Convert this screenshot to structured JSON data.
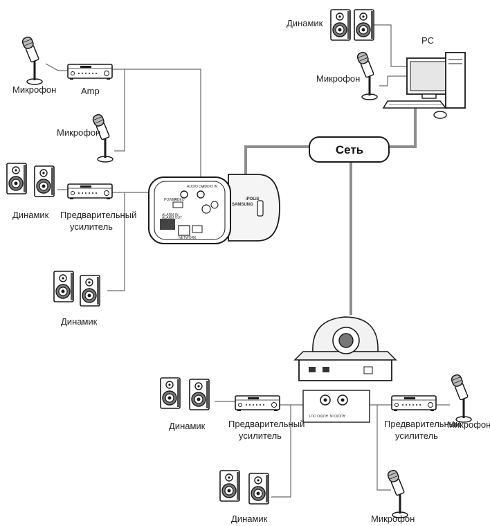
{
  "network": {
    "label": "Сеть"
  },
  "pc": {
    "label": "PC"
  },
  "camera_box": {
    "brand": "SAMSUNG",
    "series": "iPOLIS",
    "ports": [
      "AUDIO IN",
      "AUDIO OUT",
      "VIDEO",
      "POWER",
      "NETWORK",
      "ALARM IN",
      "ALARM OUT"
    ]
  },
  "dome": {
    "ports": [
      "AUDIO OUT",
      "AUDIO IN"
    ]
  },
  "labels": {
    "pc_speaker": "Динамик",
    "pc_mic": "Микрофон",
    "mic_top_left": "Микрофон",
    "amp": "Amp",
    "mic_mid_left": "Микрофон",
    "speaker_left": "Динамик",
    "preamp_left_1": "Предварительный",
    "preamp_left_2": "усилитель",
    "speaker_mid_left": "Динамик",
    "speaker_bottom_left": "Динамик",
    "preamp_bottom_1": "Предварительный",
    "preamp_bottom_2": "усилитель",
    "speaker_bottom": "Динамик",
    "preamp_right_1": "Предварительный",
    "preamp_right_2": "усилитель",
    "mic_right": "Микрофон",
    "mic_bottom": "Микрофон"
  },
  "colors": {
    "network_line": "#8e8e8e",
    "audio_line": "#6a6a6a",
    "device_stroke": "#1a1a1a"
  }
}
